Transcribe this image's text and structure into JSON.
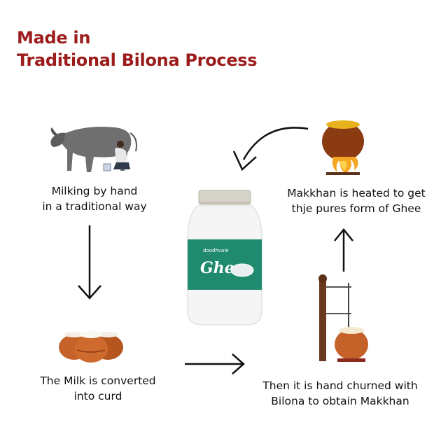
{
  "title": {
    "line1": "Made in",
    "line2": "Traditional Bilona Process"
  },
  "steps": [
    {
      "line1": "Milking by hand",
      "line2": "in a traditional way"
    },
    {
      "line1": "The Milk is converted",
      "line2": "into curd"
    },
    {
      "line1": "Then it is hand churned with",
      "line2": "Bilona to obtain Makkhan"
    },
    {
      "line1": "Makkhan is heated to get",
      "line2": "thje pures form of Ghee"
    }
  ],
  "jar_label": {
    "brand": "doodhvale",
    "product": "Ghee"
  },
  "colors": {
    "title": "#9c1c1c",
    "jar_label": "#1f8a6e",
    "pot": "#c4622a",
    "flame": "#f5a623"
  },
  "icons": [
    "cow-milking-icon",
    "curd-pots-icon",
    "bilona-churner-icon",
    "heating-pot-fire-icon",
    "ghee-jar-image"
  ]
}
